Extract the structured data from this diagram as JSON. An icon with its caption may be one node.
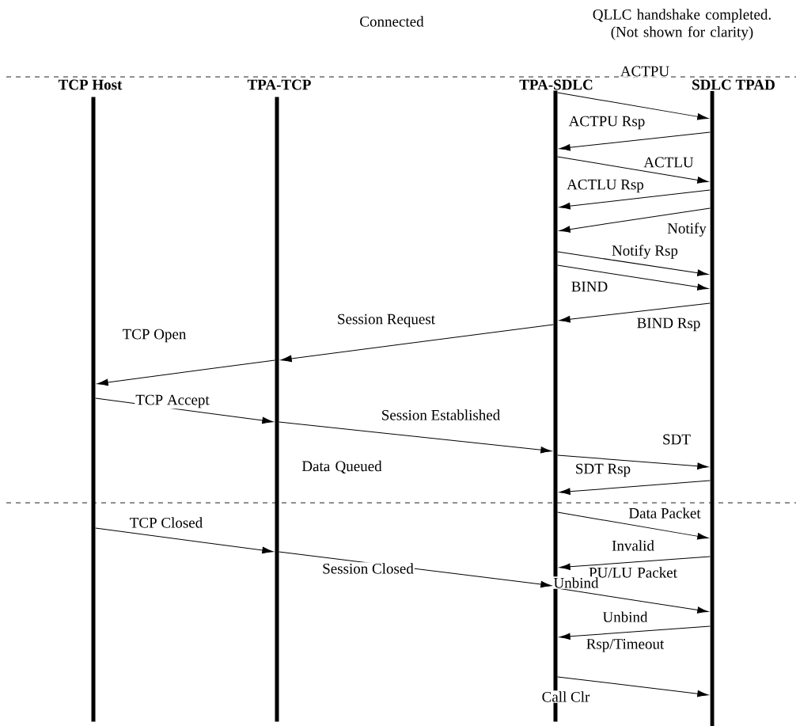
{
  "diagram": {
    "nodes": [
      {
        "text": [
          "TCP Host"
        ]
      },
      {
        "text": [
          "TPA-TCP"
        ]
      },
      {
        "text": [
          "TPA-SDLC"
        ]
      },
      {
        "text": [
          "SDLC TPAD"
        ]
      }
    ],
    "edges": [
      {
        "from": 2,
        "to": 3,
        "arrow": "to",
        "label": "ACTPU"
      },
      {
        "from": 3,
        "to": 2,
        "arrow": "to",
        "label": "ACTPU Rsp"
      },
      {
        "from": 2,
        "to": 3,
        "arrow": "to",
        "label": "ACTLU"
      },
      {
        "from": 3,
        "to": 2,
        "arrow": "to",
        "label": "ACTLU Rsp"
      },
      {
        "from": 3,
        "to": 2,
        "arrow": "to",
        "label": "Notify"
      },
      {
        "from": 2,
        "to": 3,
        "arrow": "to",
        "label": "Notify Rsp"
      },
      {
        "from": 2,
        "to": 3,
        "arrow": "to",
        "label": "BIND"
      },
      {
        "from": 3,
        "to": 2,
        "arrow": "to",
        "label": "BIND Rsp"
      },
      {
        "from": 2,
        "to": 1,
        "arrow": "to",
        "label": "Session Request"
      },
      {
        "from": 1,
        "to": 0,
        "arrow": "to",
        "label": "TCP Open"
      },
      {
        "from": 0,
        "to": 1,
        "arrow": "to",
        "label": "TCP Accept"
      },
      {
        "from": 1,
        "to": 2,
        "arrow": "to",
        "label": "Session Established"
      },
      {
        "from": 2,
        "to": 3,
        "arrow": "to",
        "label": "SDT"
      },
      {
        "from": 3,
        "to": 2,
        "arrow": "to",
        "label": "SDT Rsp"
      },
      {
        "from": 2,
        "to": 3,
        "arrow": "to",
        "label": "Data Packet"
      },
      {
        "from": 3,
        "to": 2,
        "arrow": "to",
        "label": "Invalid PU/LU Packet"
      },
      {
        "from": 0,
        "to": 1,
        "arrow": "to",
        "label": "TCP Closed"
      },
      {
        "from": 1,
        "to": 2,
        "arrow": "to",
        "label": "Session Closed"
      },
      {
        "from": 2,
        "to": 3,
        "arrow": "to",
        "label": "Unbind"
      },
      {
        "from": 3,
        "to": 2,
        "arrow": "to",
        "label": "Unbind Rsp/Timeout"
      },
      {
        "from": 2,
        "to": 3,
        "arrow": "to",
        "label": "Call Clr"
      }
    ],
    "labels": [
      "Connected",
      "QLLC handshake completed. (Not shown for clarity)",
      "Data Queued"
    ]
  }
}
